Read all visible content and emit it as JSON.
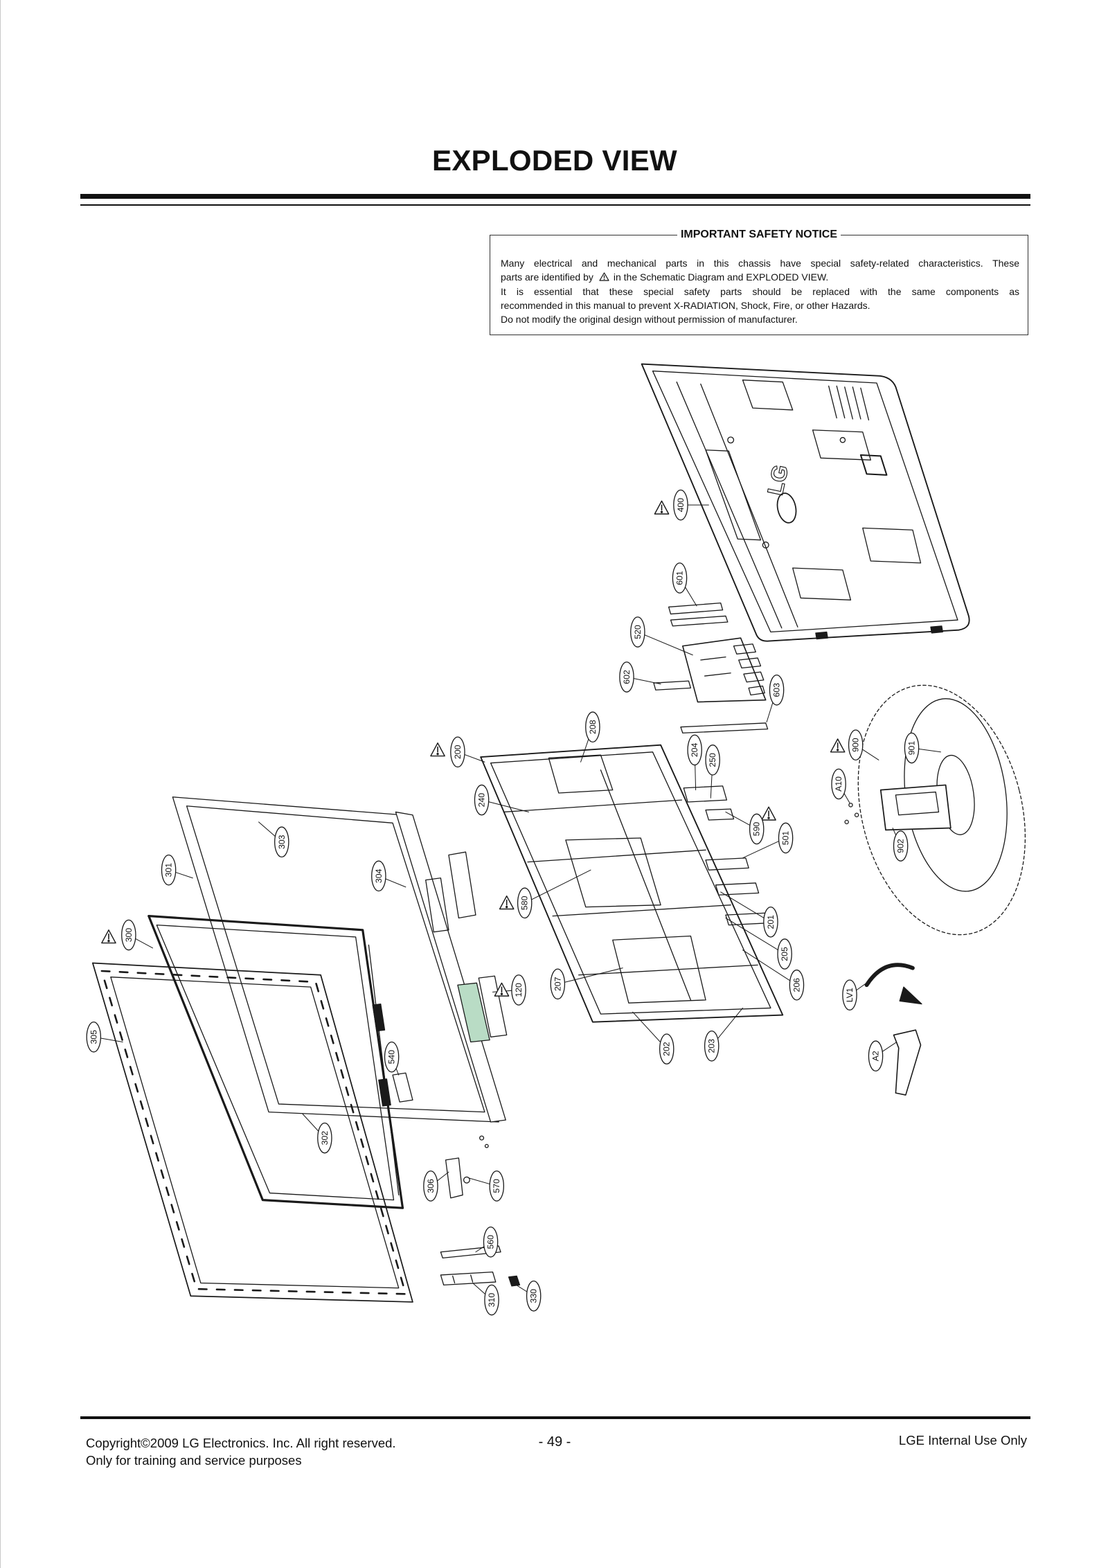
{
  "page": {
    "title": "EXPLODED VIEW"
  },
  "notice": {
    "title": "IMPORTANT SAFETY NOTICE",
    "line1": "Many electrical and mechanical parts in this chassis have special safety-related characteristics. These",
    "line2_before_icon": "parts are identified by",
    "line2_after_icon": "in the Schematic Diagram and EXPLODED VIEW.",
    "line3": "It is essential that these special safety parts should be replaced with the same components as",
    "line4": "recommended in this manual to prevent X-RADIATION, Shock, Fire, or other Hazards.",
    "line5": "Do not modify the original design without permission of manufacturer.",
    "icon": "warning-icon"
  },
  "diagram": {
    "logo_text": "LG",
    "safety_icon": "warning-icon",
    "part_numbers": [
      "400",
      "601",
      "520",
      "602",
      "603",
      "208",
      "200",
      "204",
      "250",
      "900",
      "901",
      "A10",
      "240",
      "590",
      "501",
      "303",
      "301",
      "304",
      "902",
      "580",
      "201",
      "300",
      "205",
      "207",
      "120",
      "206",
      "LV1",
      "305",
      "202",
      "203",
      "A2",
      "540",
      "302",
      "306",
      "570",
      "560",
      "310",
      "330"
    ]
  },
  "footer": {
    "copyright": "Copyright©2009 LG Electronics. Inc. All right reserved.",
    "usage": "Only for training and service purposes",
    "page_number": "- 49 -",
    "classification": "LGE Internal Use Only"
  }
}
